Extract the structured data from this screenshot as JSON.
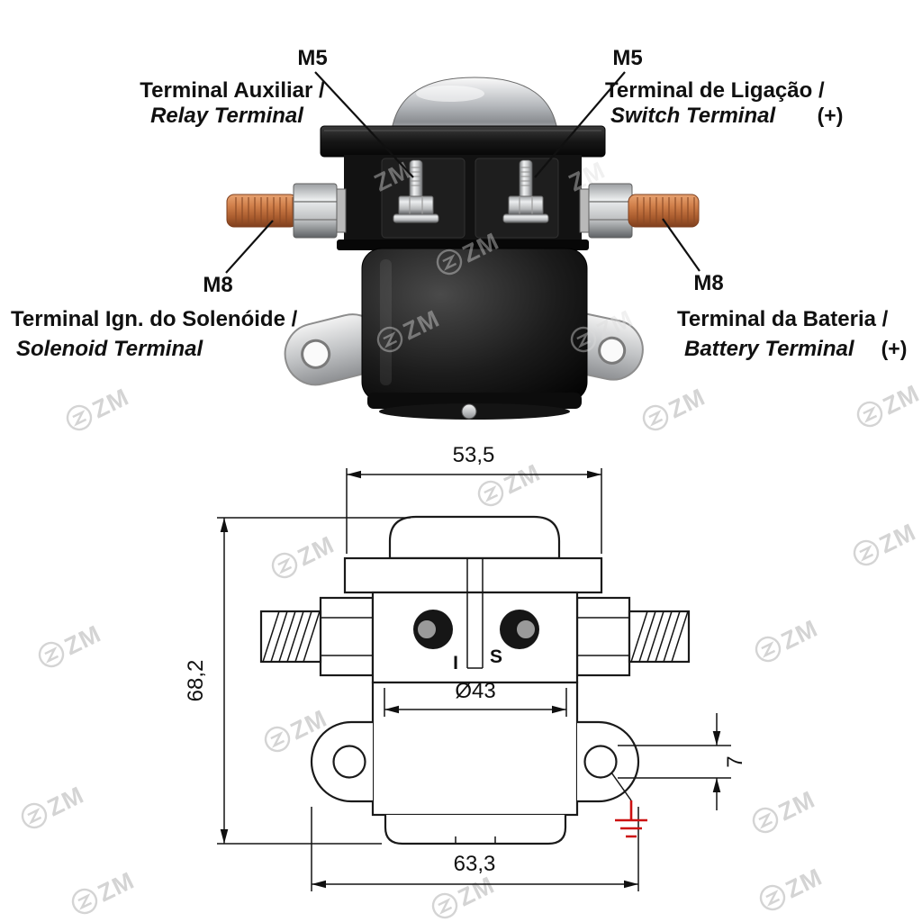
{
  "watermark": {
    "text": "ZM"
  },
  "callouts": {
    "relay": {
      "size": "M5",
      "label_pt": "Terminal Auxiliar /",
      "label_en": "Relay Terminal"
    },
    "switch": {
      "size": "M5",
      "label_pt": "Terminal de Ligação /",
      "label_en": "Switch Terminal",
      "polarity": "(+)"
    },
    "solenoid": {
      "size": "M8",
      "label_pt": "Terminal Ign. do Solenóide /",
      "label_en": "Solenoid Terminal"
    },
    "battery": {
      "size": "M8",
      "label_pt": "Terminal da Bateria /",
      "label_en": "Battery Terminal",
      "polarity": "(+)"
    }
  },
  "drawing": {
    "dimensions": {
      "top_width_mm": "53,5",
      "height_mm": "68,2",
      "body_diameter_mm": "Ø43",
      "hole_mm": "7",
      "mount_width_mm": "63,3"
    },
    "terminal_marks": {
      "left": "I",
      "right": "S"
    }
  },
  "colors": {
    "line": "#1a1a1a",
    "ground_symbol": "#cc1111",
    "copper_stud": "#c97e4e"
  }
}
